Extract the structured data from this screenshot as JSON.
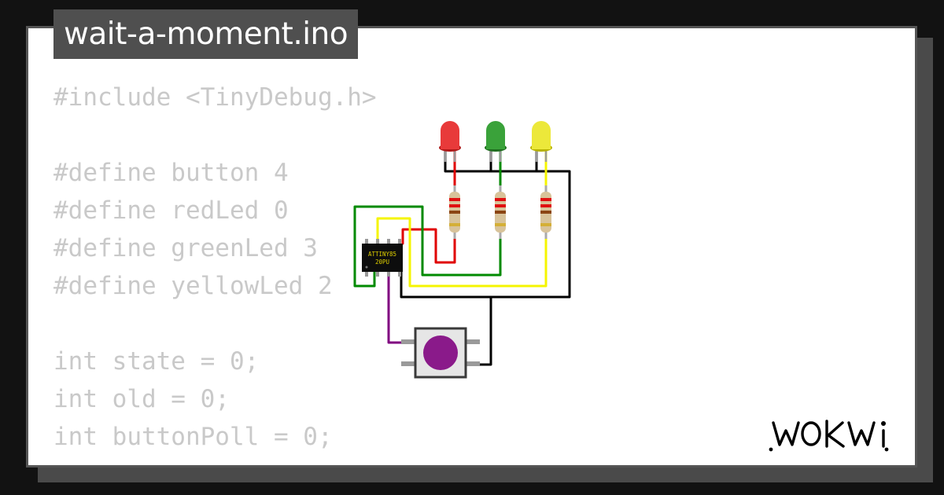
{
  "project": {
    "filename": "wait-a-moment.ino"
  },
  "code_lines": [
    "#include <TinyDebug.h>",
    "",
    "#define button 4",
    "#define redLed 0",
    "#define greenLed 3",
    "#define yellowLed 2",
    "",
    "int state = 0;",
    "int old = 0;",
    "int buttonPoll = 0;"
  ],
  "circuit": {
    "chip": {
      "line1": "ATTINY85",
      "line2": "20PU"
    },
    "leds": [
      {
        "name": "red",
        "color": "#e83a3a"
      },
      {
        "name": "green",
        "color": "#3aa23a"
      },
      {
        "name": "yellow",
        "color": "#ece83a"
      }
    ],
    "button_color": "#8a1a8a",
    "wire_colors": {
      "red": "#e00000",
      "green": "#008a00",
      "yellow": "#f5f500",
      "black": "#000000",
      "purple": "#800080"
    }
  },
  "brand": {
    "logo": "WOKWI",
    "color": "#000000"
  }
}
